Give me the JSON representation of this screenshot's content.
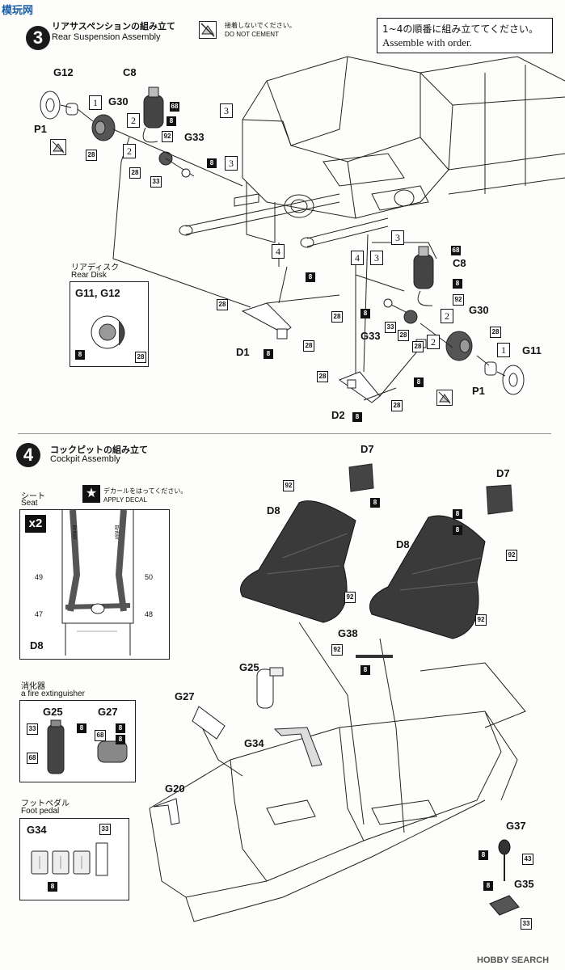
{
  "watermark": {
    "logo": "模玩网",
    "footer": "HOBBY SEARCH"
  },
  "step3": {
    "number": "3",
    "title_jp": "リアサスペンションの組み立て",
    "title_en": "Rear Suspension Assembly",
    "no_cement_jp": "接着しないでください。",
    "no_cement_en": "DO NOT CEMENT",
    "order_jp": "1~4の順番に組み立ててください。",
    "order_en": "Assemble with order.",
    "rear_disk_jp": "リアディスク",
    "rear_disk_en": "Rear Disk",
    "rear_disk_parts": "G11, G12",
    "parts": {
      "g12": "G12",
      "g30_left": "G30",
      "p1_left": "P1",
      "c8_left": "C8",
      "g33_left": "G33",
      "c8_right": "C8",
      "g30_right": "G30",
      "g33_right": "G33",
      "g11": "G11",
      "p1_right": "P1",
      "d1": "D1",
      "d2": "D2"
    },
    "order_marks": {
      "one": "1",
      "two": "2",
      "three": "3",
      "four": "4"
    },
    "colors": {
      "c8": "8",
      "c28": "28",
      "c33": "33",
      "c68": "68",
      "c92": "92"
    }
  },
  "step4": {
    "number": "4",
    "title_jp": "コックピットの組み立て",
    "title_en": "Cockpit Assembly",
    "seat_jp": "シート",
    "seat_en": "Seat",
    "decal_jp": "デカールをはってください。",
    "decal_en": "APPLY DECAL",
    "times": "x2",
    "decal_nums": {
      "d49": "49",
      "d50": "50",
      "d47": "47",
      "d48": "48"
    },
    "belt_text": "Britax",
    "extinguisher_jp": "消化器",
    "extinguisher_en": "a fire extinguisher",
    "pedal_jp": "フットペダル",
    "pedal_en": "Foot pedal",
    "parts": {
      "d7_left": "D7",
      "d7_right": "D7",
      "d8_left": "D8",
      "d8_right": "D8",
      "d8_seat": "D8",
      "g38": "G38",
      "g25": "G25",
      "g27": "G27",
      "g34": "G34",
      "g20": "G20",
      "g37": "G37",
      "g35": "G35",
      "g25_box": "G25",
      "g27_box": "G27",
      "g34_box": "G34"
    },
    "colors": {
      "c8": "8",
      "c33": "33",
      "c43": "43",
      "c68": "68",
      "c92": "92"
    }
  },
  "accent": "#111111"
}
